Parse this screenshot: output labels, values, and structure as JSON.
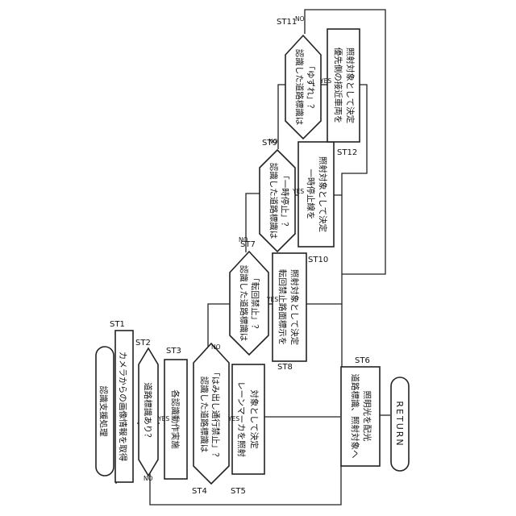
{
  "start_label": "認識支援処理",
  "steps": {
    "st1": {
      "id": "ST1",
      "text": "カメラからの画像情報を取得"
    },
    "st2": {
      "id": "ST2",
      "text": "道路標識あり？"
    },
    "st3": {
      "id": "ST3",
      "text": "各認識動作実施"
    },
    "st4": {
      "id": "ST4",
      "line1": "認識した道路標識は",
      "line2": "「はみ出し通行禁止」？"
    },
    "st5": {
      "id": "ST5",
      "line1": "レーンマーカを照射",
      "line2": "対象として決定"
    },
    "st6": {
      "id": "ST6",
      "line1": "道路標識、照射対象へ",
      "line2": "照明光を配光"
    },
    "st7": {
      "id": "ST7",
      "line1": "認識した道路標識は",
      "line2": "「転回禁止」？"
    },
    "st8": {
      "id": "ST8",
      "line1": "転回禁止路面標示を",
      "line2": "照射対象として決定"
    },
    "st9": {
      "id": "ST9",
      "line1": "認識した道路標識は",
      "line2": "「一時停止」？"
    },
    "st10": {
      "id": "ST10",
      "line1": "一時停止線を",
      "line2": "照射対象として決定"
    },
    "st11": {
      "id": "ST11",
      "line1": "認識した道路標識は",
      "line2": "「ゆずれ」？"
    },
    "st12": {
      "id": "ST12",
      "line1": "優先側の接近車両を",
      "line2": "照射対象として決定"
    }
  },
  "branch_labels": {
    "yes": "YES",
    "no": "NO"
  },
  "end_label": "RETURN"
}
